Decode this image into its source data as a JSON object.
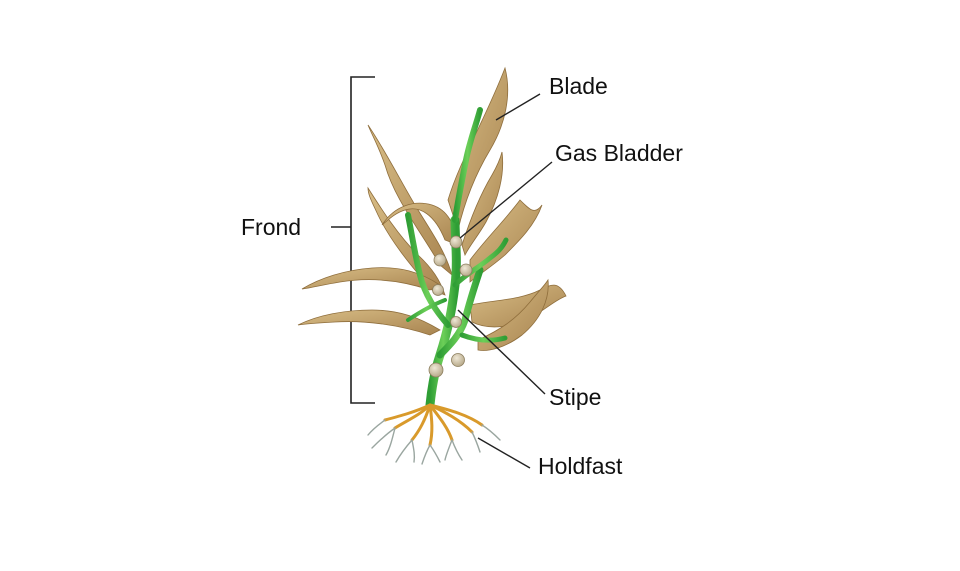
{
  "diagram": {
    "labels": {
      "blade": "Blade",
      "gas_bladder": "Gas Bladder",
      "frond": "Frond",
      "stipe": "Stipe",
      "holdfast": "Holdfast"
    },
    "colors": {
      "blade_tan": "#c9a96e",
      "blade_tan_dark": "#9c7c44",
      "stipe_green": "#3fae3f",
      "stipe_green_light": "#7fd46a",
      "bladder": "#d2c8ad",
      "holdfast_orange": "#d99a2b",
      "root_gray": "#9aa6a0",
      "leader_line": "#222222"
    }
  }
}
